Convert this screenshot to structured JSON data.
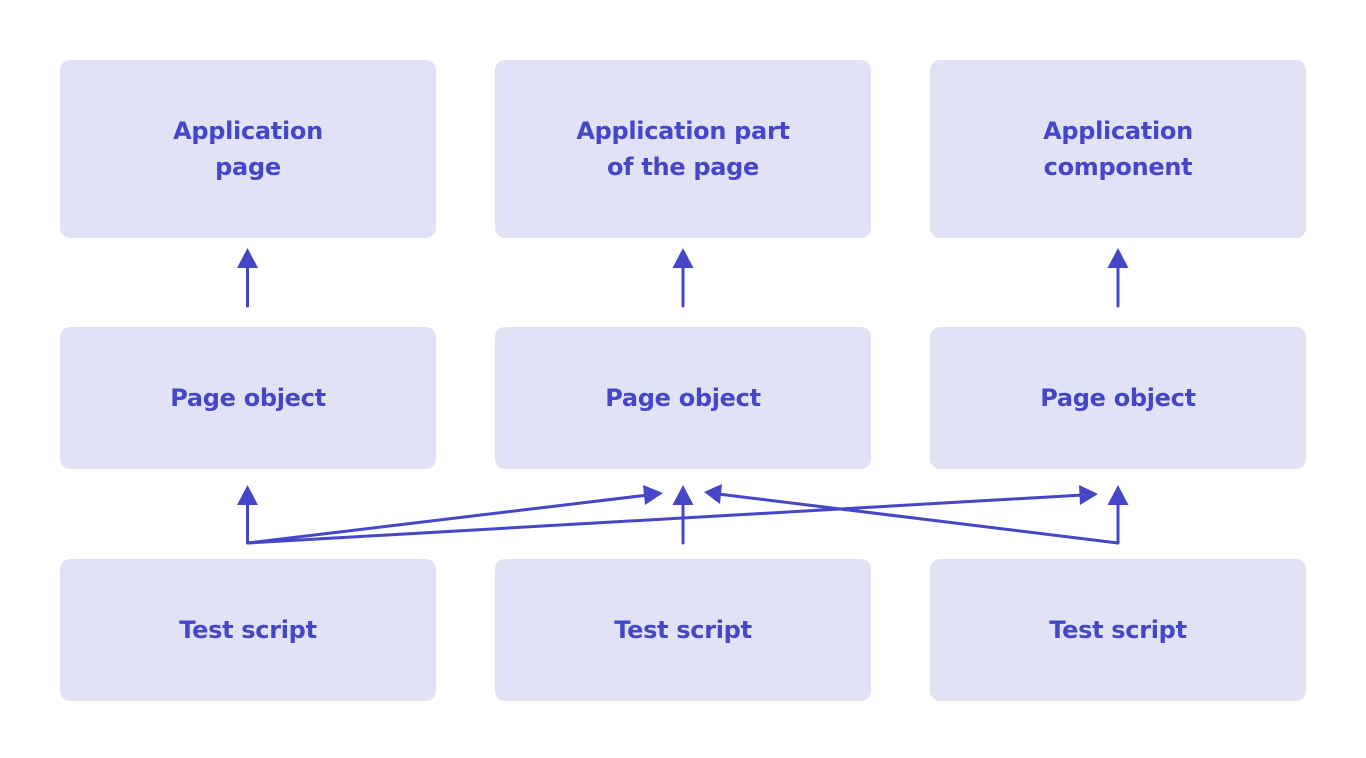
{
  "diagram": {
    "accent_color": "#4646c8",
    "box_color": "#e2e2f6",
    "top_row": [
      {
        "label": "Application\npage"
      },
      {
        "label": "Application part\nof the page"
      },
      {
        "label": "Application\ncomponent"
      }
    ],
    "middle_row": [
      {
        "label": "Page object"
      },
      {
        "label": "Page object"
      },
      {
        "label": "Page object"
      }
    ],
    "bottom_row": [
      {
        "label": "Test script"
      },
      {
        "label": "Test script"
      },
      {
        "label": "Test script"
      }
    ]
  }
}
